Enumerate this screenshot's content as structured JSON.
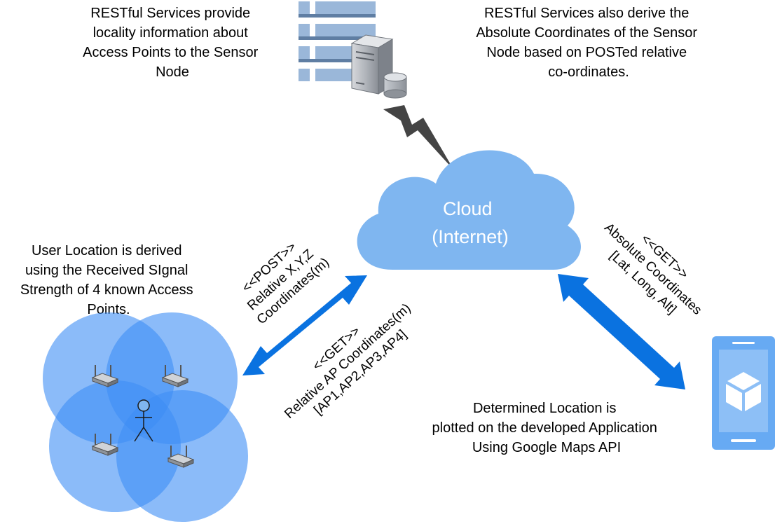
{
  "notes": {
    "server_provide": [
      "RESTful Services provide",
      "locality information about",
      "Access Points to the Sensor",
      "Node"
    ],
    "server_derive": [
      "RESTful Services also derive the",
      "Absolute Coordinates of the Sensor",
      "Node based on POSTed relative",
      "co-ordinates."
    ],
    "user_location": [
      "User Location is derived",
      "using the Received SIgnal",
      "Strength of 4 known Access",
      "Points."
    ],
    "determined": [
      "Determined Location is",
      "plotted on the developed Application",
      "Using Google Maps API"
    ]
  },
  "cloud": {
    "line1": "Cloud",
    "line2": "(Internet)"
  },
  "labels": {
    "post": [
      "<<POST>>",
      "Relative X,Y,Z",
      "Coordinates(m)"
    ],
    "get_ap": [
      "<<GET>>",
      "Relative AP Coordinates(m)",
      "[AP1,AP2,AP3,AP4]"
    ],
    "get_abs": [
      "<<GET>>",
      "Absolute Coordinates",
      "[Lat, Long, Alt]"
    ]
  },
  "colors": {
    "cloud": "#7fb6f0",
    "arrow": "#0a72e0",
    "circle": "#3d8ef5",
    "device": "#67aaf3",
    "lightning": "#444444"
  },
  "icons": {
    "server": "server-database-icon",
    "phone": "mobile-app-cube-icon",
    "router": "wireless-router-icon",
    "user": "stick-figure-user-icon"
  }
}
